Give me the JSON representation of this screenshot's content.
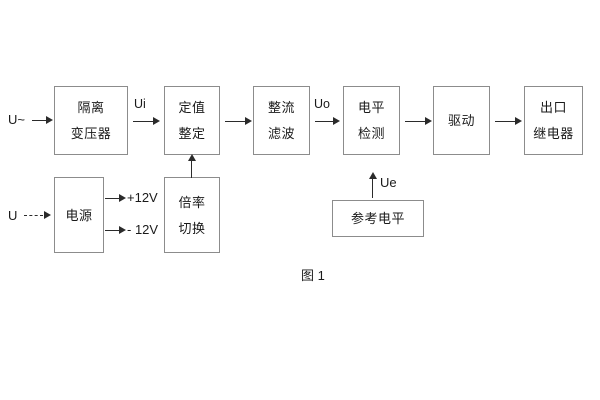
{
  "figure": {
    "caption": "图 1",
    "type": "block-diagram"
  },
  "blocks": [
    {
      "id": "isolation-transformer",
      "lines": [
        "隔离",
        "变压器"
      ]
    },
    {
      "id": "setpoint-adjust",
      "lines": [
        "定值",
        "整定"
      ]
    },
    {
      "id": "rectify-filter",
      "lines": [
        "整流",
        "滤波"
      ]
    },
    {
      "id": "level-detect",
      "lines": [
        "电平",
        "检测"
      ]
    },
    {
      "id": "drive",
      "lines": [
        "驱动"
      ]
    },
    {
      "id": "output-relay",
      "lines": [
        "出口",
        "继电器"
      ]
    },
    {
      "id": "power-supply",
      "lines": [
        "电源"
      ]
    },
    {
      "id": "multiplier-switch",
      "lines": [
        "倍率",
        "切换"
      ]
    },
    {
      "id": "reference-level",
      "lines": [
        "参考电平"
      ]
    }
  ],
  "signals": {
    "input_ac": "U~",
    "input_dc": "U",
    "ui": "Ui",
    "uo": "Uo",
    "ue": "Ue",
    "rail_positive": "+12V",
    "rail_negative": "- 12V"
  },
  "colors": {
    "background": "#ffffff",
    "box_border": "#8c8c8c",
    "line": "#2b2b2b",
    "text": "#1a1a1a"
  }
}
